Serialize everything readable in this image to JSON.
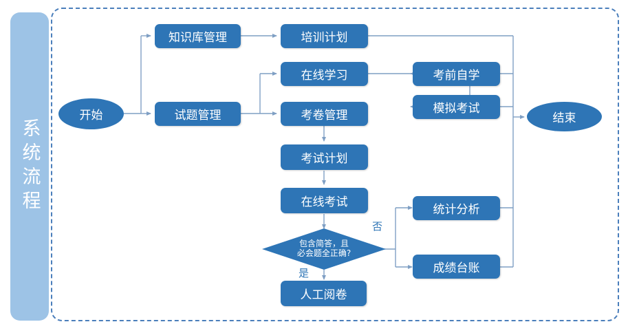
{
  "diagram": {
    "title": "系统流程",
    "side_band_label": "系统流程",
    "colors": {
      "node_fill": "#2E75B6",
      "band_fill": "#9DC3E6",
      "frame_border": "#4A7EBB",
      "connector": "#7F9FC4",
      "text": "#FFFFFF"
    }
  },
  "nodes": {
    "start": {
      "label": "开始",
      "type": "terminator"
    },
    "knowledge_base": {
      "label": "知识库管理",
      "type": "process"
    },
    "training_plan": {
      "label": "培训计划",
      "type": "process"
    },
    "question_bank": {
      "label": "试题管理",
      "type": "process"
    },
    "online_study": {
      "label": "在线学习",
      "type": "process"
    },
    "exam_paper": {
      "label": "考卷管理",
      "type": "process"
    },
    "pre_exam_self_study": {
      "label": "考前自学",
      "type": "process"
    },
    "mock_exam": {
      "label": "模拟考试",
      "type": "process"
    },
    "exam_plan": {
      "label": "考试计划",
      "type": "process"
    },
    "online_exam": {
      "label": "在线考试",
      "type": "process"
    },
    "decision": {
      "label_line1": "包含简答，且",
      "label_line2": "必会题全正确?",
      "type": "decision"
    },
    "manual_grading": {
      "label": "人工阅卷",
      "type": "process"
    },
    "statistics": {
      "label": "统计分析",
      "type": "process"
    },
    "score_ledger": {
      "label": "成绩台账",
      "type": "process"
    },
    "end": {
      "label": "结束",
      "type": "terminator"
    }
  },
  "edge_labels": {
    "no": "否",
    "yes": "是"
  }
}
